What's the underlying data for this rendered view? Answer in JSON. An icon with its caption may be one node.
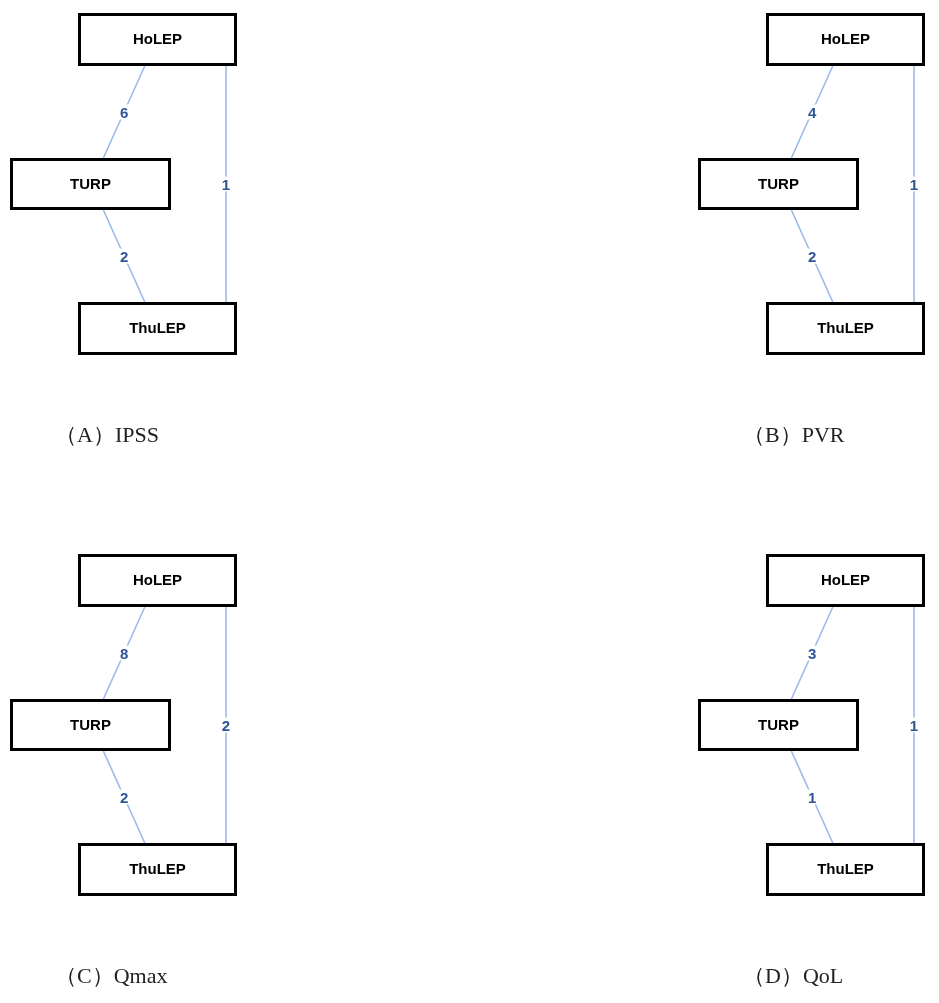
{
  "diagram": {
    "nodes": [
      {
        "text": [
          "HoLEP"
        ]
      },
      {
        "text": [
          "TURP"
        ]
      },
      {
        "text": [
          "ThuLEP"
        ]
      },
      {
        "text": [
          "HoLEP"
        ]
      },
      {
        "text": [
          "TURP"
        ]
      },
      {
        "text": [
          "ThuLEP"
        ]
      },
      {
        "text": [
          "HoLEP"
        ]
      },
      {
        "text": [
          "TURP"
        ]
      },
      {
        "text": [
          "ThuLEP"
        ]
      },
      {
        "text": [
          "HoLEP"
        ]
      },
      {
        "text": [
          "TURP"
        ]
      },
      {
        "text": [
          "ThuLEP"
        ]
      }
    ],
    "edges": [
      {
        "from": 0,
        "to": 1,
        "arrow": "none",
        "label": "6"
      },
      {
        "from": 1,
        "to": 2,
        "arrow": "none",
        "label": "2"
      },
      {
        "from": 0,
        "to": 2,
        "arrow": "none",
        "label": "1"
      },
      {
        "from": 3,
        "to": 4,
        "arrow": "none",
        "label": "4"
      },
      {
        "from": 4,
        "to": 5,
        "arrow": "none",
        "label": "2"
      },
      {
        "from": 3,
        "to": 5,
        "arrow": "none",
        "label": "1"
      },
      {
        "from": 6,
        "to": 7,
        "arrow": "none",
        "label": "8"
      },
      {
        "from": 7,
        "to": 8,
        "arrow": "none",
        "label": "2"
      },
      {
        "from": 6,
        "to": 8,
        "arrow": "none",
        "label": "2"
      },
      {
        "from": 9,
        "to": 10,
        "arrow": "none",
        "label": "3"
      },
      {
        "from": 10,
        "to": 11,
        "arrow": "none",
        "label": "1"
      },
      {
        "from": 9,
        "to": 11,
        "arrow": "none",
        "label": "1"
      }
    ],
    "labels": [
      "（A）IPSS",
      "（B）PVR",
      "（C）Qmax",
      "（D）QoL"
    ]
  }
}
